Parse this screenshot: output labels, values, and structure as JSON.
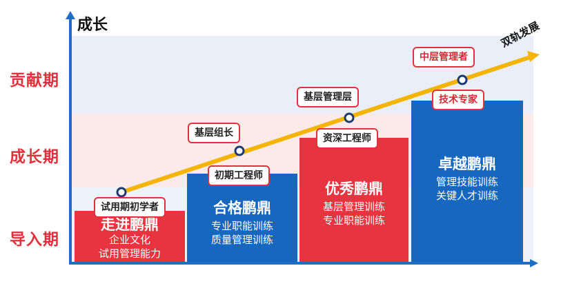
{
  "axis": {
    "y_label": "成长"
  },
  "stages": [
    "贡献期",
    "成长期",
    "导入期"
  ],
  "track_label": "双轨发展",
  "bars": [
    {
      "title": "走进鹏鼎",
      "lines": [
        "企业文化",
        "试用管理能力"
      ],
      "color": "#e8343e"
    },
    {
      "title": "合格鹏鼎",
      "lines": [
        "专业职能训练",
        "质量管理训练"
      ],
      "color": "#1767bf"
    },
    {
      "title": "优秀鹏鼎",
      "lines": [
        "基层管理训练",
        "专业职能训练"
      ],
      "color": "#e8343e"
    },
    {
      "title": "卓越鹏鼎",
      "lines": [
        "管理技能训练",
        "关键人才训练"
      ],
      "color": "#1767bf"
    }
  ],
  "tags": {
    "t1": "试用期初学者",
    "t2": "基层组长",
    "t3": "初期工程师",
    "t4": "基层管理层",
    "t5": "资深工程师",
    "t6": "中层管理者",
    "t7": "技术专家"
  },
  "colors": {
    "axis": "#1f6ec6",
    "track": "#f5b400",
    "red": "#e8343e",
    "blue": "#1767bf"
  }
}
